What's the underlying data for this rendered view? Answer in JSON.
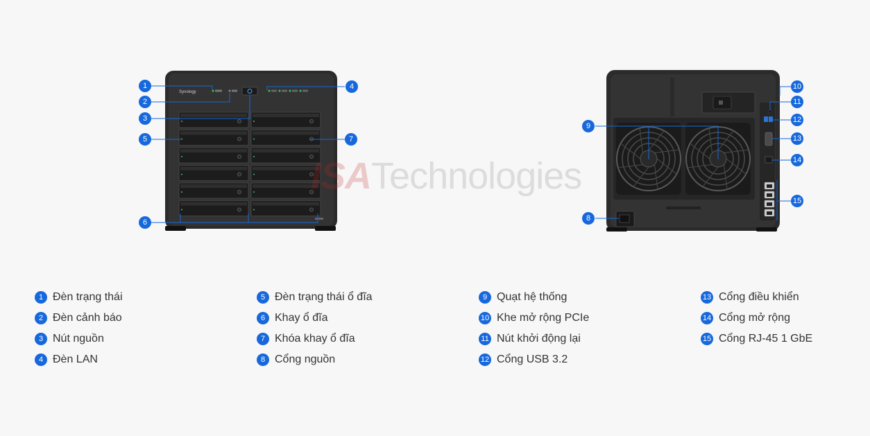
{
  "watermark": {
    "brand": "ISA",
    "rest": "Technologies"
  },
  "brand_label": "Synology",
  "colors": {
    "accent": "#1668dc",
    "chassis": "#2b2b2b",
    "tray": "#1c1c1c",
    "text": "#333333",
    "background": "#f7f7f7"
  },
  "legend": [
    {
      "num": "1",
      "label": "Đèn trạng thái"
    },
    {
      "num": "2",
      "label": "Đèn cảnh báo"
    },
    {
      "num": "3",
      "label": "Nút nguồn"
    },
    {
      "num": "4",
      "label": "Đèn LAN"
    },
    {
      "num": "5",
      "label": "Đèn trạng thái ổ đĩa"
    },
    {
      "num": "6",
      "label": "Khay ổ đĩa"
    },
    {
      "num": "7",
      "label": "Khóa khay ổ đĩa"
    },
    {
      "num": "8",
      "label": "Cổng nguồn"
    },
    {
      "num": "9",
      "label": "Quạt hệ thống"
    },
    {
      "num": "10",
      "label": "Khe mở rộng PCIe"
    },
    {
      "num": "11",
      "label": "Nút khởi động lại"
    },
    {
      "num": "12",
      "label": "Cổng USB 3.2"
    },
    {
      "num": "13",
      "label": "Cổng điều khiển"
    },
    {
      "num": "14",
      "label": "Cổng mở rộng"
    },
    {
      "num": "15",
      "label": "Cổng RJ-45 1 GbE"
    }
  ]
}
